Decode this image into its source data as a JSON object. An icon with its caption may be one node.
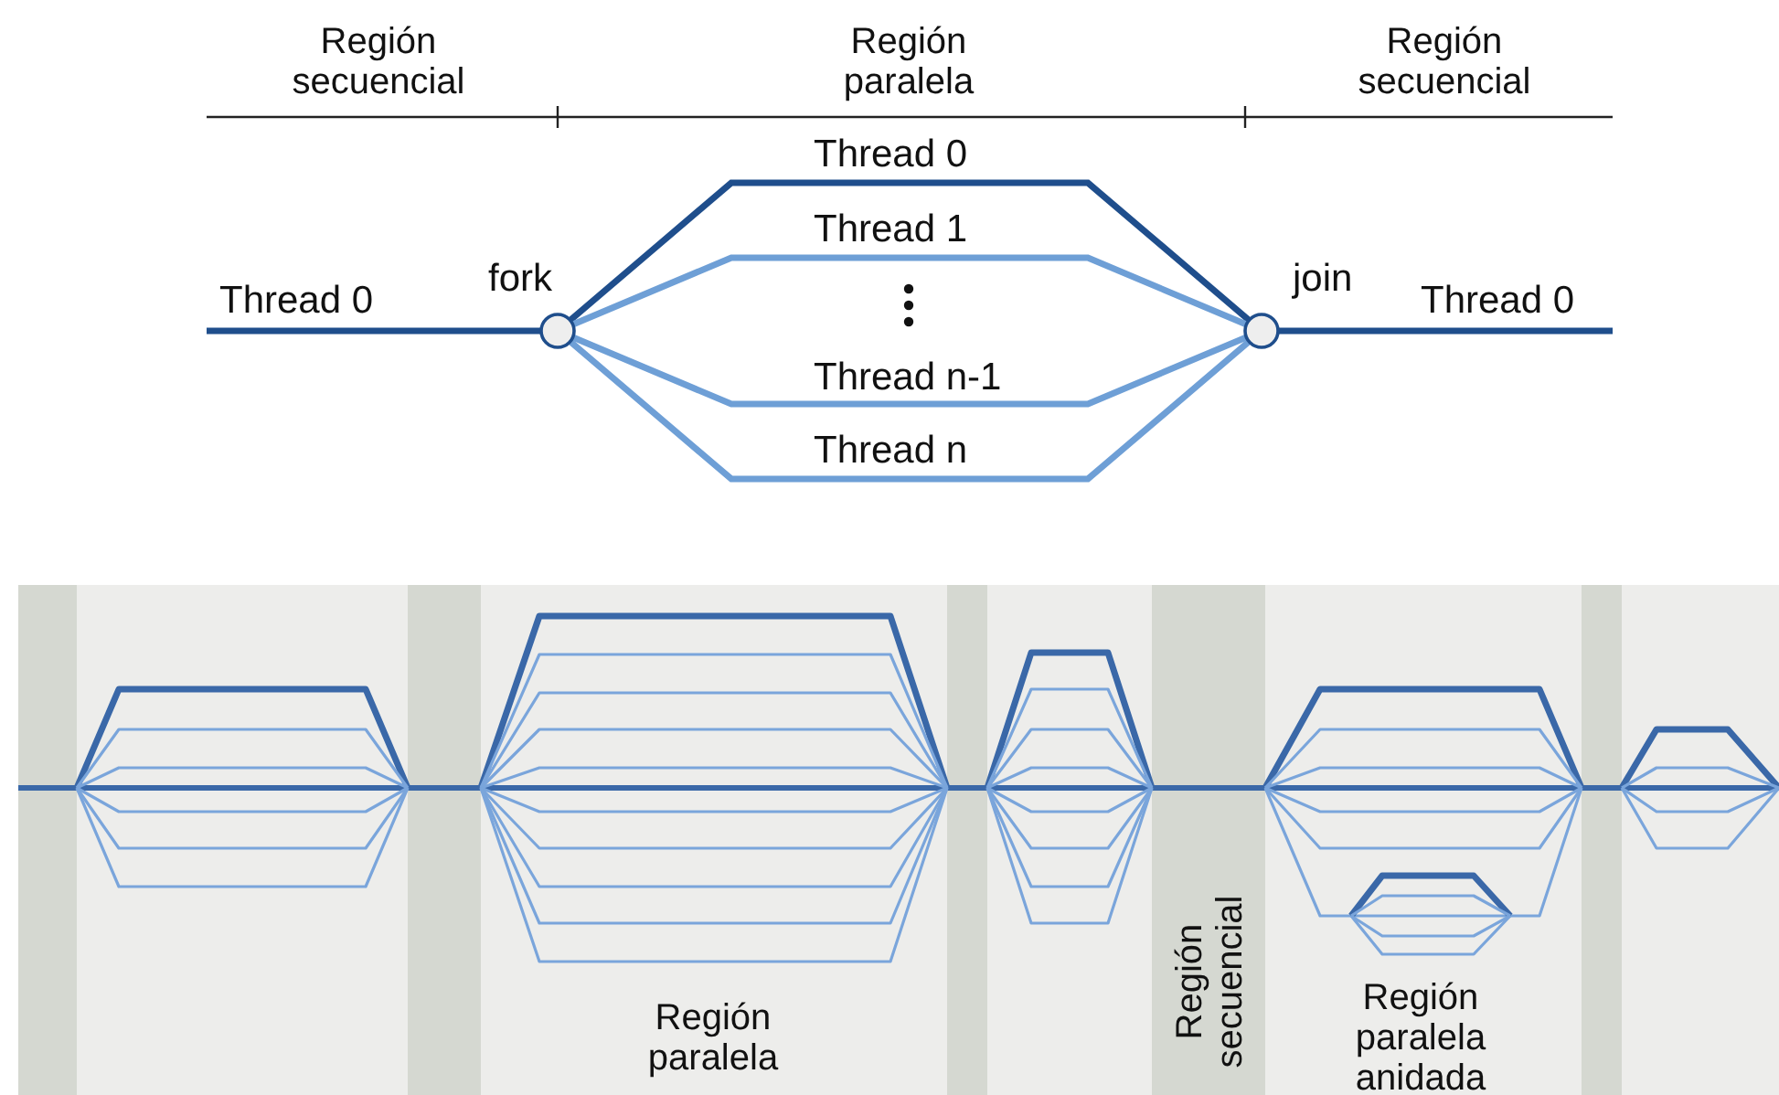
{
  "diagram": {
    "nodes": [
      {
        "text": [],
        "shape": "circle",
        "beside": [
          "fork"
        ]
      },
      {
        "text": [],
        "shape": "circle",
        "beside": [
          "join"
        ]
      }
    ],
    "edges": [
      {
        "from": null,
        "to": 0,
        "arrow": "none",
        "label": "Thread 0",
        "color": "#1f4e8c"
      },
      {
        "from": 0,
        "to": 1,
        "arrow": "none",
        "label": "Thread 0",
        "color": "#1f4e8c"
      },
      {
        "from": 0,
        "to": 1,
        "arrow": "none",
        "label": "Thread 1",
        "color": "#6e9fd6"
      },
      {
        "from": 0,
        "to": 1,
        "arrow": "none",
        "label": "Thread n-1",
        "color": "#6e9fd6"
      },
      {
        "from": 0,
        "to": 1,
        "arrow": "none",
        "label": "Thread n",
        "color": "#6e9fd6"
      },
      {
        "from": 1,
        "to": null,
        "arrow": "none",
        "label": "Thread 0",
        "color": "#1f4e8c"
      }
    ],
    "labels": [
      "Región secuencial",
      "Región paralela",
      "Región secuencial",
      "Región paralela",
      "Región secuencial",
      "Región paralela anidada"
    ]
  }
}
